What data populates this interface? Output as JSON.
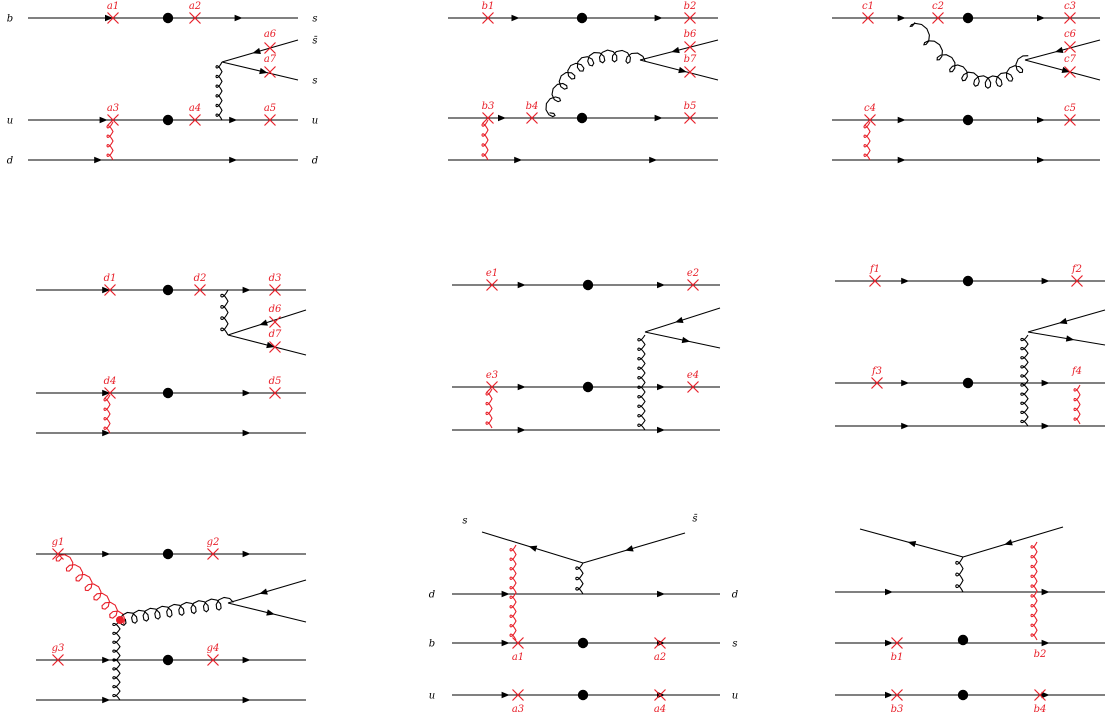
{
  "colors": {
    "insertion": "#e8202a",
    "line": "#000000"
  },
  "diagrams": [
    {
      "id": "a",
      "quark_labels": {
        "left": [
          "b",
          "u",
          "d"
        ],
        "right": [
          "s",
          "s̄",
          "s",
          "u",
          "d"
        ]
      },
      "insertions": [
        "a1",
        "a2",
        "a3",
        "a4",
        "a5",
        "a6",
        "a7"
      ]
    },
    {
      "id": "b",
      "insertions": [
        "b1",
        "b2",
        "b3",
        "b4",
        "b5",
        "b6",
        "b7"
      ]
    },
    {
      "id": "c",
      "insertions": [
        "c1",
        "c2",
        "c3",
        "c4",
        "c5",
        "c6",
        "c7"
      ]
    },
    {
      "id": "d",
      "insertions": [
        "d1",
        "d2",
        "d3",
        "d4",
        "d5",
        "d6",
        "d7"
      ]
    },
    {
      "id": "e",
      "insertions": [
        "e1",
        "e2",
        "e3",
        "e4"
      ]
    },
    {
      "id": "f",
      "insertions": [
        "f1",
        "f2",
        "f3",
        "f4"
      ]
    },
    {
      "id": "g",
      "insertions": [
        "g1",
        "g2",
        "g3",
        "g4"
      ]
    },
    {
      "id": "h",
      "quark_labels": {
        "top": [
          "s",
          "s̄"
        ],
        "left": [
          "d",
          "b",
          "u"
        ],
        "right": [
          "d",
          "s",
          "u"
        ]
      },
      "insertions": [
        "a1",
        "a2",
        "a3",
        "a4"
      ]
    },
    {
      "id": "i",
      "insertions": [
        "b1",
        "b2",
        "b3",
        "b4"
      ]
    }
  ]
}
